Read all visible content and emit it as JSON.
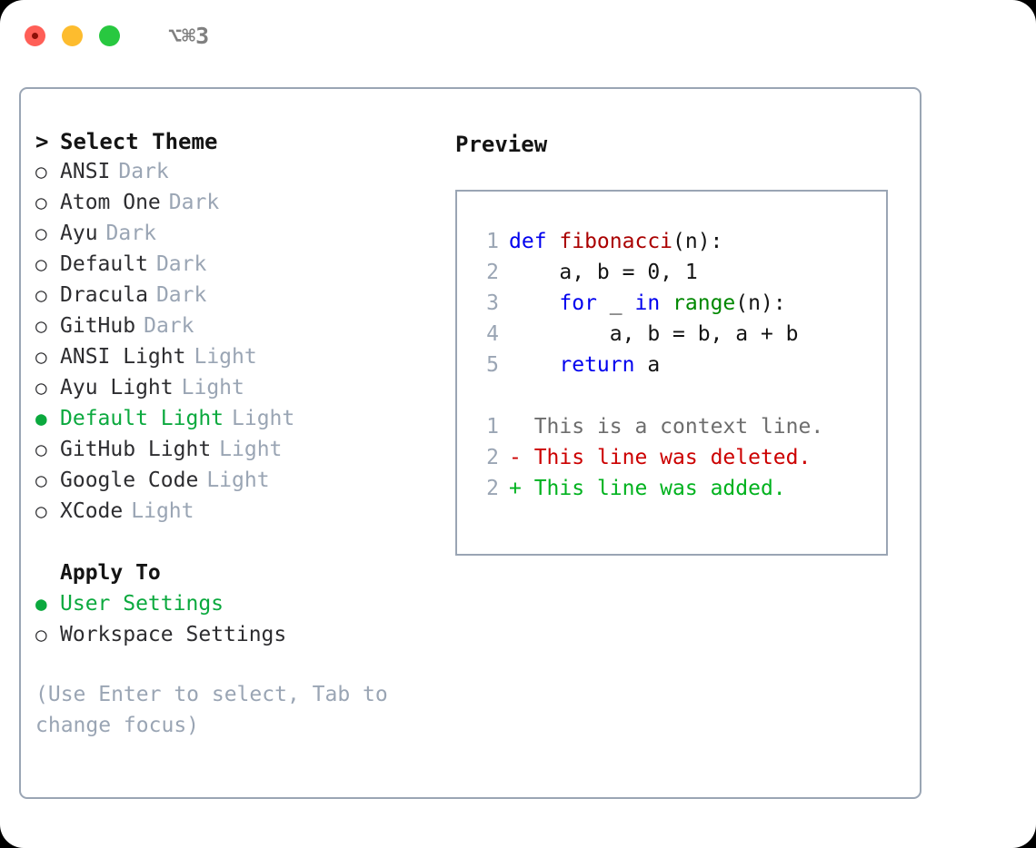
{
  "window": {
    "title": "⌥⌘3",
    "traffic_lights": [
      "close-button",
      "minimize-button",
      "maximize-button"
    ]
  },
  "theme_picker": {
    "header": "Select Theme",
    "caret": ">",
    "bullet_selected": "●",
    "bullet_unselected": "○",
    "items": [
      {
        "label": "ANSI",
        "tag": "Dark",
        "selected": false
      },
      {
        "label": "Atom One",
        "tag": "Dark",
        "selected": false
      },
      {
        "label": "Ayu",
        "tag": "Dark",
        "selected": false
      },
      {
        "label": "Default",
        "tag": "Dark",
        "selected": false
      },
      {
        "label": "Dracula",
        "tag": "Dark",
        "selected": false
      },
      {
        "label": "GitHub",
        "tag": "Dark",
        "selected": false
      },
      {
        "label": "ANSI Light",
        "tag": "Light",
        "selected": false
      },
      {
        "label": "Ayu Light",
        "tag": "Light",
        "selected": false
      },
      {
        "label": "Default Light",
        "tag": "Light",
        "selected": true
      },
      {
        "label": "GitHub Light",
        "tag": "Light",
        "selected": false
      },
      {
        "label": "Google Code",
        "tag": "Light",
        "selected": false
      },
      {
        "label": "XCode",
        "tag": "Light",
        "selected": false
      }
    ]
  },
  "apply_to": {
    "title": "Apply To",
    "options": [
      {
        "label": "User Settings",
        "selected": true
      },
      {
        "label": "Workspace Settings",
        "selected": false
      }
    ]
  },
  "hint": "(Use Enter to select, Tab to change focus)",
  "preview": {
    "title": "Preview",
    "code_lines": [
      {
        "number": "1",
        "tokens": [
          {
            "text": "def ",
            "kind": "kw"
          },
          {
            "text": "fibonacci",
            "kind": "fn"
          },
          {
            "text": "(n):",
            "kind": "plain"
          }
        ]
      },
      {
        "number": "2",
        "tokens": [
          {
            "text": "    a, b = 0, 1",
            "kind": "plain"
          }
        ]
      },
      {
        "number": "3",
        "tokens": [
          {
            "text": "    ",
            "kind": "plain"
          },
          {
            "text": "for",
            "kind": "kw"
          },
          {
            "text": " _ ",
            "kind": "plain"
          },
          {
            "text": "in",
            "kind": "kw"
          },
          {
            "text": " ",
            "kind": "plain"
          },
          {
            "text": "range",
            "kind": "builtin"
          },
          {
            "text": "(n):",
            "kind": "plain"
          }
        ]
      },
      {
        "number": "4",
        "tokens": [
          {
            "text": "        a, b = b, a + b",
            "kind": "plain"
          }
        ]
      },
      {
        "number": "5",
        "tokens": [
          {
            "text": "    ",
            "kind": "plain"
          },
          {
            "text": "return",
            "kind": "kw"
          },
          {
            "text": " a",
            "kind": "plain"
          }
        ]
      }
    ],
    "diff_lines": [
      {
        "number": "1",
        "marker": " ",
        "text": "This is a context line.",
        "kind": "ctx"
      },
      {
        "number": "2",
        "marker": "-",
        "text": "This line was deleted.",
        "kind": "del"
      },
      {
        "number": "2",
        "marker": "+",
        "text": "This line was added.",
        "kind": "add"
      }
    ]
  },
  "colors": {
    "accent_green": "#0ba93e",
    "border": "#9aa5b4",
    "muted": "#9aa5b4",
    "keyword": "#0000ee",
    "function": "#aa0000",
    "builtin": "#008800",
    "diff_deleted": "#cc0000",
    "diff_added": "#00b21e",
    "traffic_red": "#ff5f57",
    "traffic_yellow": "#fdbc2e",
    "traffic_green": "#28c840"
  }
}
